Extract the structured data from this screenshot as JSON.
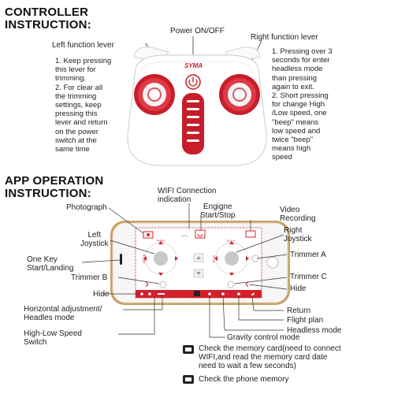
{
  "controller": {
    "title_line1": "CONTROLLER",
    "title_line2": "INSTRUCTION:",
    "power_label": "Power ON/OFF",
    "left_lever_label": "Left function lever",
    "right_lever_label": "Right function lever",
    "brand": "SYMA",
    "left_instructions": [
      "1. Keep pressing",
      "this lever for",
      "trimming.",
      "2. For clear all",
      "the trimming",
      "settings, keep",
      "pressing this",
      "lever and return",
      "on the power",
      "switch at the",
      "same time"
    ],
    "right_instructions": [
      "1. Pressing over 3",
      "seconds for enter",
      "headless mode",
      "than pressing",
      "again to exit.",
      "2. Short pressing",
      "for change High",
      "/Low speed, one",
      "\"beep\" means",
      "low speed and",
      "twice \"beep\"",
      "means high",
      "speed"
    ]
  },
  "app": {
    "title_line1": "APP OPERATION",
    "title_line2": "INSTRUCTION:",
    "labels": {
      "wifi_line1": "WIFI Connection",
      "wifi_line2": "indication",
      "engine_line1": "Engigne",
      "engine_line2": "Start/Stop",
      "video_line1": "Video",
      "video_line2": "Recording",
      "photograph": "Photograph",
      "left_joystick_line1": "Left",
      "left_joystick_line2": "Joystick",
      "right_joystick_line1": "Right",
      "right_joystick_line2": "Joystick",
      "one_key_line1": "One Key",
      "one_key_line2": "Start/Landing",
      "trimmer_a": "Trimmer A",
      "trimmer_b": "Trimmer B",
      "trimmer_c": "Trimmer C",
      "hide_left": "Hide",
      "hide_right": "Hide",
      "horizontal_line1": "Horizontal adjustment/",
      "horizontal_line2": "Headles mode",
      "speed_line1": "High-Low Speed",
      "speed_line2": "Switch",
      "return": "Return",
      "flight_plan": "Flight plan",
      "headless_mode": "Headless mode",
      "gravity": "Gravity control mode"
    },
    "screen": {
      "thro": "THRO",
      "rudd": "RUDD",
      "elev": "ELEV",
      "alle": "ALLE"
    },
    "memory": {
      "card_line1": "Check the memory card(need to connect",
      "card_line2": "WIFI,and read the memory card date",
      "card_line3": "need to wait a few seconds)",
      "phone": "Check the phone memory"
    }
  },
  "colors": {
    "accent_red": "#d4202c",
    "phone_gold": "#c8a066",
    "phone_face": "#f6f6f6"
  }
}
